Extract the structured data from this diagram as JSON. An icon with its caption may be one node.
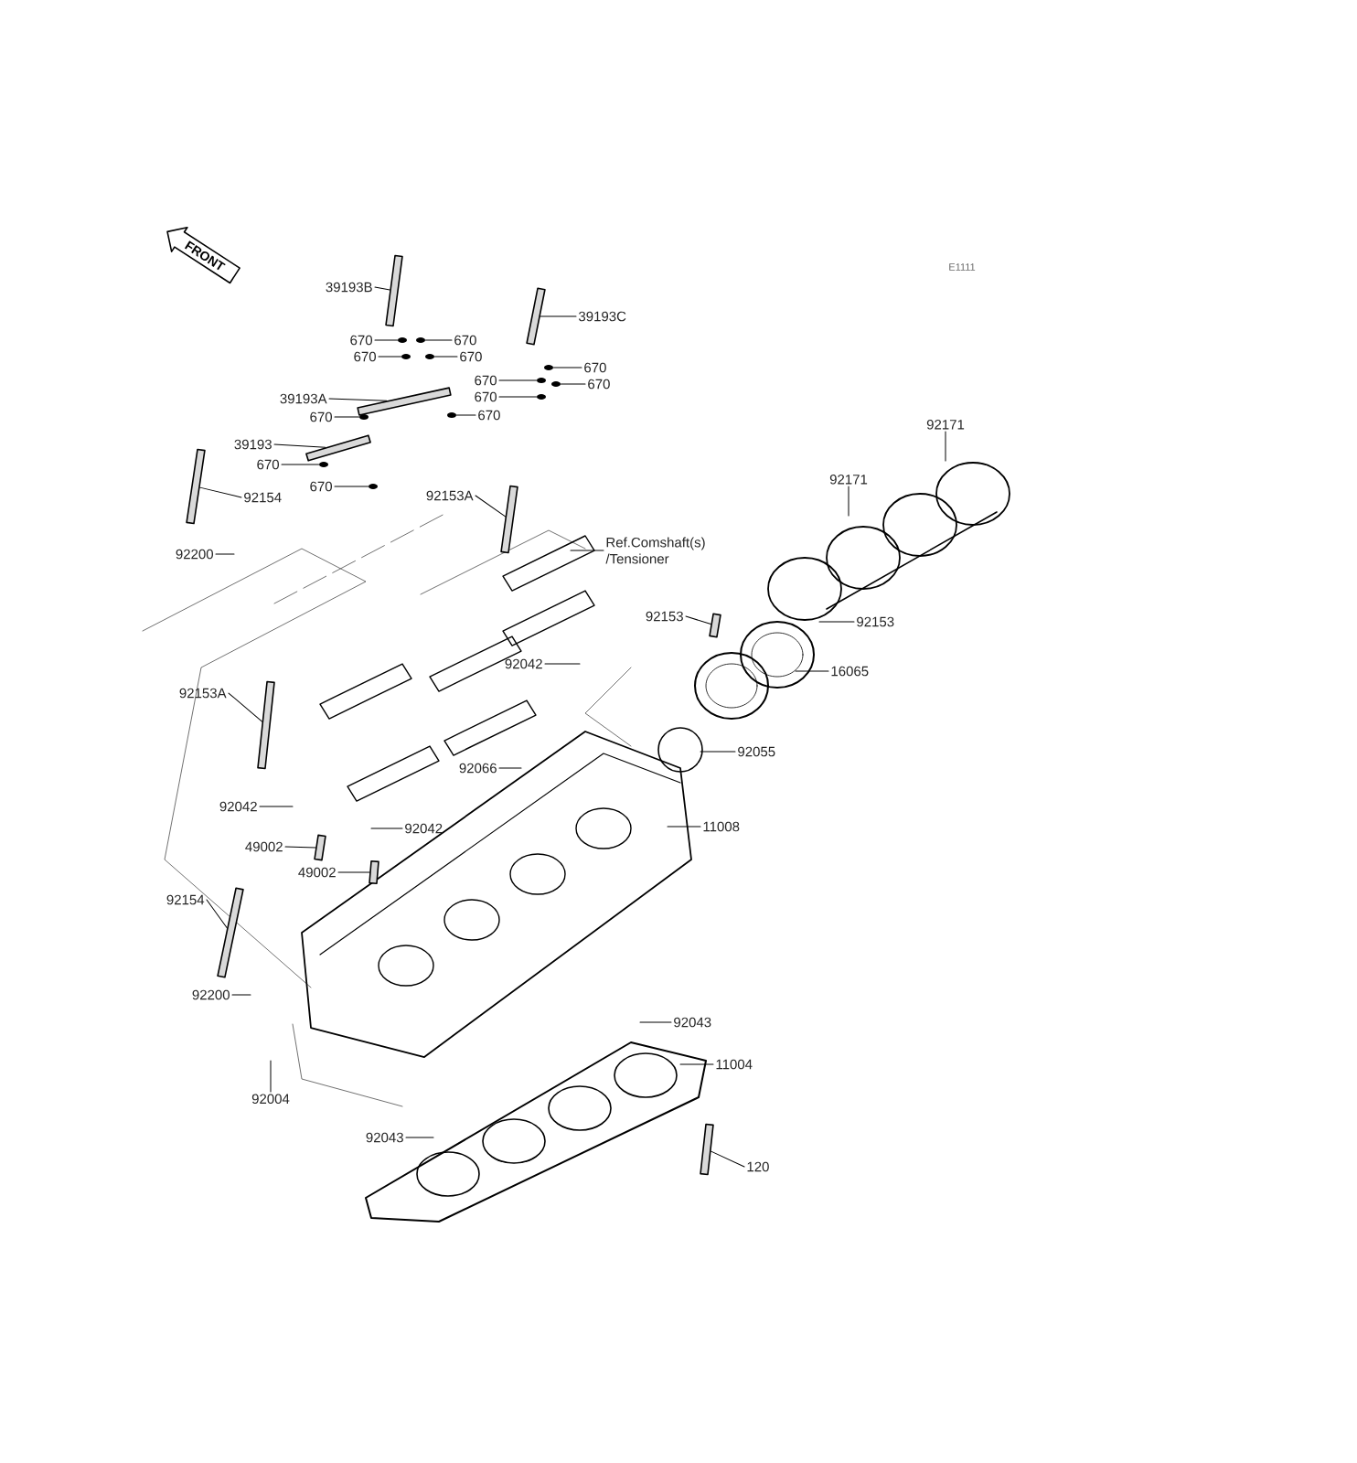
{
  "diagram": {
    "nodes": [
      {
        "text": [
          "39193B"
        ]
      },
      {
        "text": [
          "39193C"
        ]
      },
      {
        "text": [
          "670"
        ]
      },
      {
        "text": [
          "670"
        ]
      },
      {
        "text": [
          "670"
        ]
      },
      {
        "text": [
          "670"
        ]
      },
      {
        "text": [
          "670"
        ]
      },
      {
        "text": [
          "670"
        ]
      },
      {
        "text": [
          "670"
        ]
      },
      {
        "text": [
          "670"
        ]
      },
      {
        "text": [
          "39193A"
        ]
      },
      {
        "text": [
          "670"
        ]
      },
      {
        "text": [
          "670"
        ]
      },
      {
        "text": [
          "92171"
        ]
      },
      {
        "text": [
          "39193"
        ]
      },
      {
        "text": [
          "670"
        ]
      },
      {
        "text": [
          "92171"
        ]
      },
      {
        "text": [
          "670"
        ]
      },
      {
        "text": [
          "92154"
        ]
      },
      {
        "text": [
          "92153A"
        ]
      },
      {
        "text": [
          "Ref.Comshaft(s) /Tensioner"
        ]
      },
      {
        "text": [
          "92200"
        ]
      },
      {
        "text": [
          "92153"
        ]
      },
      {
        "text": [
          "92153"
        ]
      },
      {
        "text": [
          "92042"
        ]
      },
      {
        "text": [
          "16065"
        ]
      },
      {
        "text": [
          "92153A"
        ]
      },
      {
        "text": [
          "92055"
        ]
      },
      {
        "text": [
          "92066"
        ]
      },
      {
        "text": [
          "92042"
        ]
      },
      {
        "text": [
          "11008"
        ]
      },
      {
        "text": [
          "92042"
        ]
      },
      {
        "text": [
          "49002"
        ]
      },
      {
        "text": [
          "49002"
        ]
      },
      {
        "text": [
          "92154"
        ]
      },
      {
        "text": [
          "92200"
        ]
      },
      {
        "text": [
          "92043"
        ]
      },
      {
        "text": [
          "11004"
        ]
      },
      {
        "text": [
          "92004"
        ]
      },
      {
        "text": [
          "92043"
        ]
      },
      {
        "text": [
          "120"
        ]
      },
      {
        "text": [],
        "shape": "bar"
      },
      {
        "text": [],
        "shape": "bar"
      },
      {
        "text": [],
        "shape": "circle"
      },
      {
        "text": [],
        "shape": "circle"
      },
      {
        "text": [],
        "shape": "circle"
      },
      {
        "text": [],
        "shape": "circle"
      },
      {
        "text": [],
        "shape": "circle"
      },
      {
        "text": [],
        "shape": "circle"
      },
      {
        "text": [],
        "shape": "circle"
      },
      {
        "text": [],
        "shape": "circle"
      },
      {
        "text": [],
        "shape": "bar"
      },
      {
        "text": [],
        "shape": "circle"
      },
      {
        "text": [],
        "shape": "circle"
      },
      {
        "text": [],
        "shape": "bar"
      },
      {
        "text": [],
        "shape": "circle"
      },
      {
        "text": [],
        "shape": "bar"
      },
      {
        "text": [],
        "shape": "circle"
      },
      {
        "text": [],
        "shape": "bar"
      },
      {
        "text": [],
        "shape": "bar"
      },
      {
        "text": [],
        "shape": "bar"
      },
      {
        "text": [],
        "shape": "bar"
      },
      {
        "text": [],
        "shape": "bar"
      },
      {
        "text": [],
        "shape": "bar"
      },
      {
        "text": [],
        "shape": "bar"
      }
    ],
    "edges": [
      {
        "from": 0,
        "to": 41,
        "arrow": "none"
      },
      {
        "from": 1,
        "to": 42,
        "arrow": "none"
      },
      {
        "from": 2,
        "to": 43,
        "arrow": "none"
      },
      {
        "from": 3,
        "to": 44,
        "arrow": "none"
      },
      {
        "from": 4,
        "to": 45,
        "arrow": "none"
      },
      {
        "from": 5,
        "to": 46,
        "arrow": "none"
      },
      {
        "from": 6,
        "to": 47,
        "arrow": "none"
      },
      {
        "from": 7,
        "to": 48,
        "arrow": "none"
      },
      {
        "from": 8,
        "to": 49,
        "arrow": "none"
      },
      {
        "from": 9,
        "to": 50,
        "arrow": "none"
      },
      {
        "from": 10,
        "to": 51,
        "arrow": "none"
      },
      {
        "from": 11,
        "to": 53,
        "arrow": "none"
      },
      {
        "from": 12,
        "to": 52,
        "arrow": "none"
      },
      {
        "from": 13,
        "to": null,
        "arrow": "none"
      },
      {
        "from": 14,
        "to": 54,
        "arrow": "none"
      },
      {
        "from": 15,
        "to": 55,
        "arrow": "none"
      },
      {
        "from": 16,
        "to": null,
        "arrow": "none"
      },
      {
        "from": 17,
        "to": 57,
        "arrow": "none"
      },
      {
        "from": 18,
        "to": 56,
        "arrow": "none"
      },
      {
        "from": 19,
        "to": 58,
        "arrow": "none"
      },
      {
        "from": 20,
        "to": null,
        "arrow": "none"
      },
      {
        "from": 21,
        "to": null,
        "arrow": "none"
      },
      {
        "from": 22,
        "to": 59,
        "arrow": "none"
      },
      {
        "from": 23,
        "to": null,
        "arrow": "none"
      },
      {
        "from": 24,
        "to": null,
        "arrow": "none"
      },
      {
        "from": 25,
        "to": null,
        "arrow": "none"
      },
      {
        "from": 26,
        "to": 60,
        "arrow": "none"
      },
      {
        "from": 27,
        "to": null,
        "arrow": "none"
      },
      {
        "from": 28,
        "to": null,
        "arrow": "none"
      },
      {
        "from": 29,
        "to": null,
        "arrow": "none"
      },
      {
        "from": 30,
        "to": null,
        "arrow": "none"
      },
      {
        "from": 31,
        "to": null,
        "arrow": "none"
      },
      {
        "from": 32,
        "to": 63,
        "arrow": "none"
      },
      {
        "from": 33,
        "to": 64,
        "arrow": "none"
      },
      {
        "from": 34,
        "to": 61,
        "arrow": "none"
      },
      {
        "from": 35,
        "to": null,
        "arrow": "none"
      },
      {
        "from": 36,
        "to": null,
        "arrow": "none"
      },
      {
        "from": 37,
        "to": null,
        "arrow": "none"
      },
      {
        "from": 38,
        "to": null,
        "arrow": "none"
      },
      {
        "from": 39,
        "to": null,
        "arrow": "none"
      },
      {
        "from": 40,
        "to": 62,
        "arrow": "none"
      }
    ],
    "labels": [
      "FRONT",
      "E1111"
    ]
  }
}
